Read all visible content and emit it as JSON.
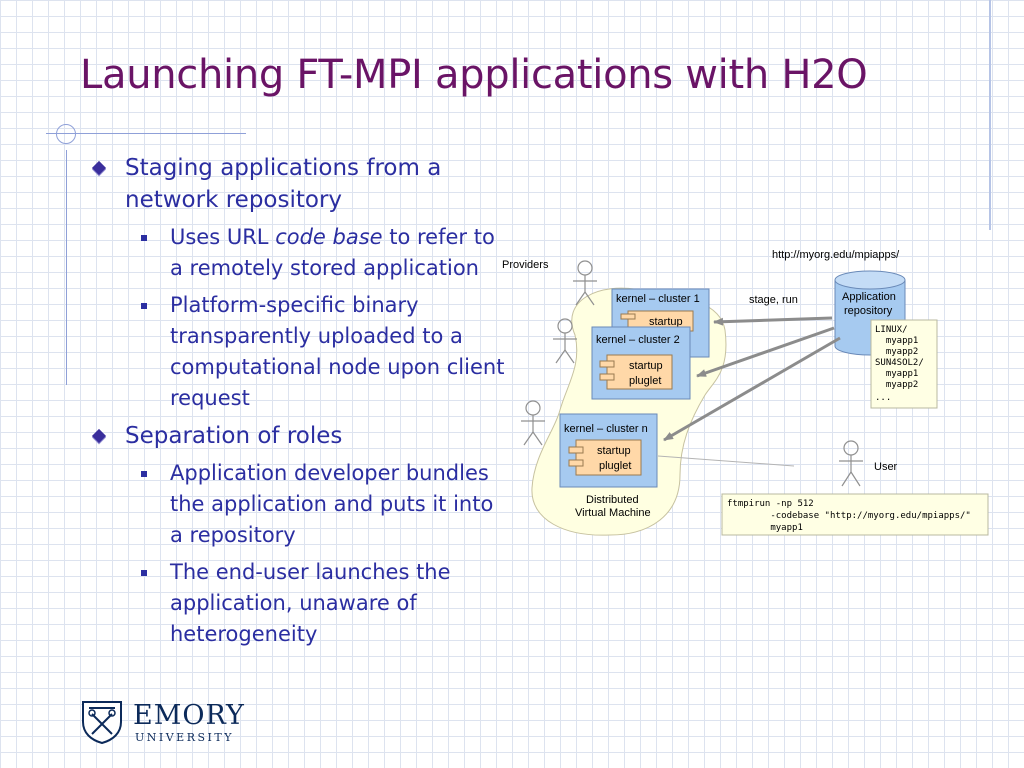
{
  "slide": {
    "title": "Launching FT-MPI applications with H2O"
  },
  "bullets": [
    {
      "text": "Staging applications from a network repository",
      "sub": [
        {
          "before": "Uses URL ",
          "emph": "code base",
          "after": " to refer to a remotely stored application"
        },
        {
          "text": "Platform-specific binary transparently uploaded to a computational node upon client request"
        }
      ]
    },
    {
      "text": "Separation of roles",
      "sub": [
        {
          "text": "Application developer bundles the application and puts it into a repository"
        },
        {
          "text": "The end-user launches the application, unaware of heterogeneity"
        }
      ]
    }
  ],
  "diagram": {
    "providers_label": "Providers",
    "repo_url": "http://myorg.edu/mpiapps/",
    "stage_run_label": "stage, run",
    "repo_label_line1": "Application",
    "repo_label_line2": "repository",
    "repo_listing": [
      "LINUX/",
      "  myapp1",
      "  myapp2",
      "SUN4SOL2/",
      "  myapp1",
      "  myapp2",
      "..."
    ],
    "kernel1_title": "kernel – cluster 1",
    "kernel2_title": "kernel – cluster 2",
    "kerneln_title": "kernel – cluster n",
    "startup_label": "startup",
    "pluglet_label": "pluglet",
    "dvm_line1": "Distributed",
    "dvm_line2": "Virtual Machine",
    "user_label": "User",
    "command_lines": [
      "ftmpirun -np 512",
      "        -codebase \"http://myorg.edu/mpiapps/\"",
      "        myapp1"
    ]
  },
  "logo": {
    "word": "EMORY",
    "sub": "UNIVERSITY"
  },
  "colors": {
    "title": "#6a1466",
    "bullet_text": "#2b2ea1",
    "kernel_box": "#a6caf0",
    "component": "#ffd8a8",
    "repository": "#a6caf0",
    "listing_bg": "#ffffe4"
  }
}
